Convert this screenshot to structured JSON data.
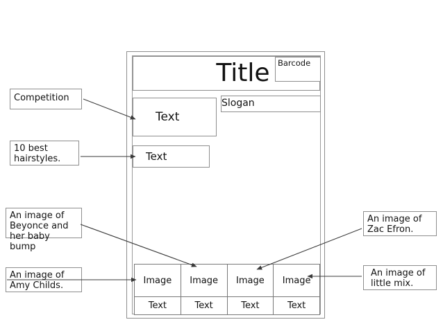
{
  "page": {
    "title": "Title",
    "barcode_label": "Barcode",
    "slogan_label": "Slogan",
    "text_block_1": "Text",
    "text_block_2": "Text",
    "strip": {
      "images": [
        "Image",
        "Image",
        "Image",
        "Image"
      ],
      "captions": [
        "Text",
        "Text",
        "Text",
        "Text"
      ]
    }
  },
  "annotations": {
    "competition": "Competition",
    "hairstyles": "10 best hairstyles.",
    "beyonce": "An image of Beyonce and her baby bump",
    "amy_childs": "An image of Amy Childs.",
    "zac_efron": "An image of Zac Efron.",
    "little_mix": "An image of little mix."
  },
  "colors": {
    "page_border": "#8d8d8d",
    "strip_border": "#777777",
    "arrow": "#3a3a3a",
    "text": "#111111",
    "background": "#ffffff"
  }
}
